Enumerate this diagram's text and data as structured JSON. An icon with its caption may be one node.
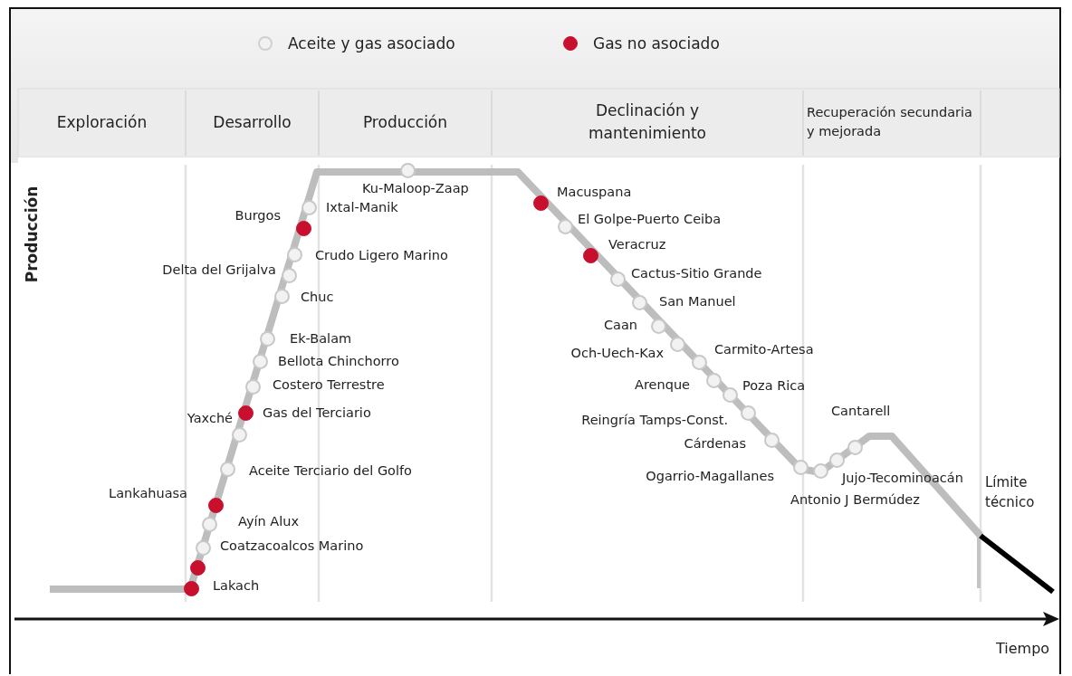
{
  "diagram": {
    "nodes": [
      {
        "text": [
          "Exploración"
        ]
      },
      {
        "text": [
          "Desarrollo"
        ]
      },
      {
        "text": [
          "Producción"
        ]
      },
      {
        "text": [
          "Declinación y mantenimiento"
        ]
      },
      {
        "text": [
          "Recuperación secundaria y mejorada"
        ]
      },
      {
        "text": [],
        "shape": "circle",
        "beside": [
          "Lakach"
        ]
      },
      {
        "text": [],
        "shape": "circle"
      },
      {
        "text": [],
        "shape": "circle",
        "beside": [
          "Coatzacoalcos Marino"
        ]
      },
      {
        "text": [],
        "shape": "circle",
        "beside": [
          "Ayín Alux"
        ]
      },
      {
        "text": [],
        "shape": "circle",
        "beside": [
          "Lankahuasa"
        ]
      },
      {
        "text": [],
        "shape": "circle",
        "beside": [
          "Aceite Terciario del Golfo"
        ]
      },
      {
        "text": [],
        "shape": "circle",
        "beside": [
          "Yaxché"
        ]
      },
      {
        "text": [],
        "shape": "circle",
        "beside": [
          "Gas del Terciario"
        ]
      },
      {
        "text": [],
        "shape": "circle",
        "beside": [
          "Costero Terrestre"
        ]
      },
      {
        "text": [],
        "shape": "circle",
        "beside": [
          "Bellota Chinchorro"
        ]
      },
      {
        "text": [],
        "shape": "circle",
        "beside": [
          "Ek-Balam"
        ]
      },
      {
        "text": [],
        "shape": "circle",
        "beside": [
          "Chuc"
        ]
      },
      {
        "text": [],
        "shape": "circle",
        "beside": [
          "Delta del Grijalva"
        ]
      },
      {
        "text": [],
        "shape": "circle",
        "beside": [
          "Crudo Ligero Marino"
        ]
      },
      {
        "text": [],
        "shape": "circle",
        "beside": [
          "Burgos"
        ]
      },
      {
        "text": [],
        "shape": "circle",
        "beside": [
          "Ixtal-Manik"
        ]
      },
      {
        "text": [],
        "shape": "circle",
        "beside": [
          "Ku-Maloop-Zaap"
        ]
      },
      {
        "text": [],
        "shape": "circle",
        "beside": [
          "Macuspana"
        ]
      },
      {
        "text": [],
        "shape": "circle",
        "beside": [
          "El Golpe-Puerto Ceiba"
        ]
      },
      {
        "text": [],
        "shape": "circle",
        "beside": [
          "Veracruz"
        ]
      },
      {
        "text": [],
        "shape": "circle",
        "beside": [
          "Cactus-Sitio Grande"
        ]
      },
      {
        "text": [],
        "shape": "circle",
        "beside": [
          "San Manuel"
        ]
      },
      {
        "text": [],
        "shape": "circle",
        "beside": [
          "Caan"
        ]
      },
      {
        "text": [],
        "shape": "circle",
        "beside": [
          "Och-Uech-Kax"
        ]
      },
      {
        "text": [],
        "shape": "circle",
        "beside": [
          "Carmito-Artesa"
        ]
      },
      {
        "text": [],
        "shape": "circle",
        "beside": [
          "Arenque"
        ]
      },
      {
        "text": [],
        "shape": "circle",
        "beside": [
          "Poza Rica"
        ]
      },
      {
        "text": [],
        "shape": "circle",
        "beside": [
          "Reingría Tamps-Const."
        ]
      },
      {
        "text": [],
        "shape": "circle",
        "beside": [
          "Cárdenas"
        ]
      },
      {
        "text": [],
        "shape": "circle",
        "beside": [
          "Ogarrio-Magallanes"
        ]
      },
      {
        "text": [],
        "shape": "circle",
        "beside": [
          "Antonio J Bermúdez"
        ]
      },
      {
        "text": [],
        "shape": "circle",
        "beside": [
          "Jujo-Tecominoacán"
        ]
      },
      {
        "text": [],
        "shape": "circle",
        "beside": [
          "Cantarell"
        ]
      }
    ],
    "labels": [
      "Producción",
      "Límite técnico",
      "Tiempo"
    ],
    "legend": [
      {
        "text": "Aceite y gas asociado",
        "color": "#f2f2f2"
      },
      {
        "text": "Gas no asociado",
        "color": "#c8102e"
      }
    ]
  }
}
